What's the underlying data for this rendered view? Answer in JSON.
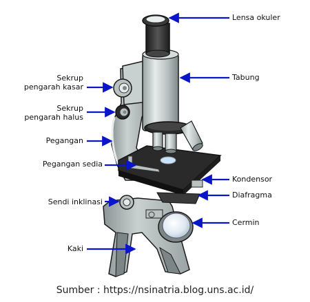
{
  "labels": {
    "lensa_okuler": "Lensa okuler",
    "tabung": "Tabung",
    "sekrup_kasar_1": "Sekrup",
    "sekrup_kasar_2": "pengarah kasar",
    "sekrup_halus_1": "Sekrup",
    "sekrup_halus_2": "pengarah halus",
    "pegangan": "Pegangan",
    "pegangan_sedia": "Pegangan sedia",
    "kondensor": "Kondensor",
    "diafragma": "Diafragma",
    "sendi_inklinasi": "Sendi inklinasi",
    "cermin": "Cermin",
    "kaki": "Kaki"
  },
  "source": "Sumber : https://nsinatria.blog.uns.ac.id/",
  "colors": {
    "arrow": "#0a14c8",
    "metal": "#b9c1c1",
    "metal_dark": "#7d8686",
    "black_part": "#2a2a2a",
    "outline": "#1a1a1a"
  }
}
